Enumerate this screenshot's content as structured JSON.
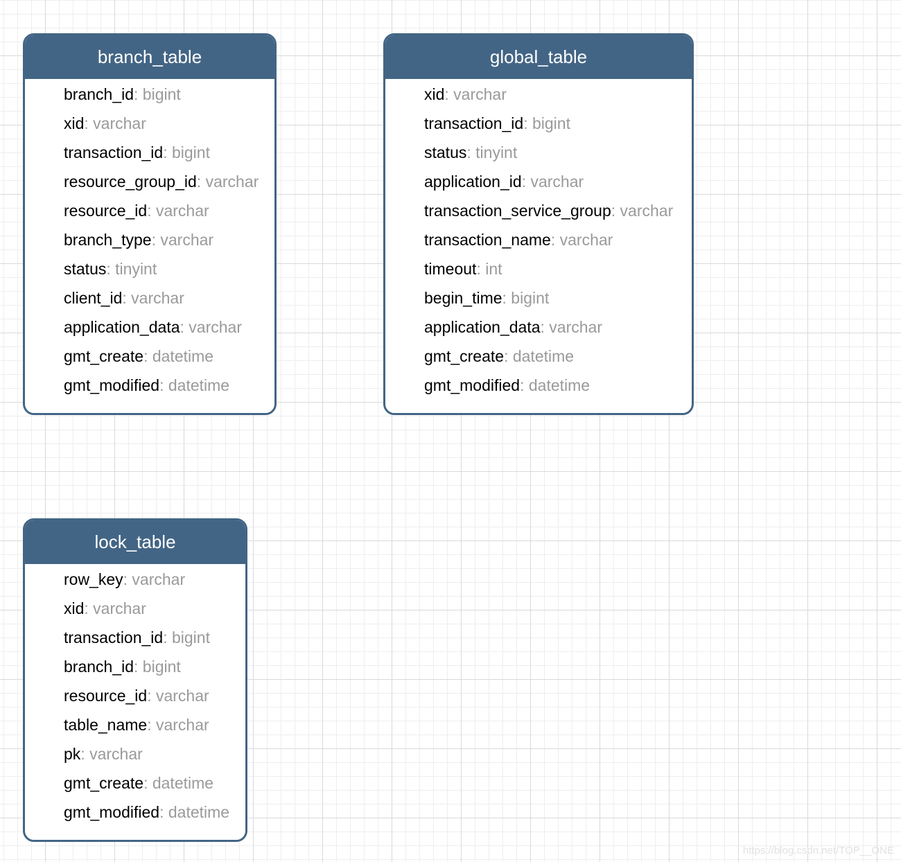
{
  "tables": [
    {
      "name": "branch_table",
      "fields": [
        {
          "name": "branch_id",
          "type": ": bigint"
        },
        {
          "name": "xid",
          "type": ": varchar"
        },
        {
          "name": "transaction_id",
          "type": ": bigint"
        },
        {
          "name": "resource_group_id",
          "type": ": varchar"
        },
        {
          "name": "resource_id",
          "type": ": varchar"
        },
        {
          "name": "branch_type",
          "type": ": varchar"
        },
        {
          "name": "status",
          "type": ": tinyint"
        },
        {
          "name": "client_id",
          "type": ": varchar"
        },
        {
          "name": "application_data",
          "type": ": varchar"
        },
        {
          "name": "gmt_create",
          "type": ": datetime"
        },
        {
          "name": "gmt_modified",
          "type": ": datetime"
        }
      ]
    },
    {
      "name": "global_table",
      "fields": [
        {
          "name": "xid",
          "type": ": varchar"
        },
        {
          "name": "transaction_id",
          "type": ": bigint"
        },
        {
          "name": "status",
          "type": ": tinyint"
        },
        {
          "name": "application_id",
          "type": ": varchar"
        },
        {
          "name": "transaction_service_group",
          "type": ": varchar"
        },
        {
          "name": "transaction_name",
          "type": ": varchar"
        },
        {
          "name": "timeout",
          "type": ": int"
        },
        {
          "name": "begin_time",
          "type": ": bigint"
        },
        {
          "name": "application_data",
          "type": ": varchar"
        },
        {
          "name": "gmt_create",
          "type": ": datetime"
        },
        {
          "name": "gmt_modified",
          "type": ": datetime"
        }
      ]
    },
    {
      "name": "lock_table",
      "fields": [
        {
          "name": "row_key",
          "type": ": varchar"
        },
        {
          "name": "xid",
          "type": ": varchar"
        },
        {
          "name": "transaction_id",
          "type": ": bigint"
        },
        {
          "name": "branch_id",
          "type": ": bigint"
        },
        {
          "name": "resource_id",
          "type": ": varchar"
        },
        {
          "name": "table_name",
          "type": ": varchar"
        },
        {
          "name": "pk",
          "type": ": varchar"
        },
        {
          "name": "gmt_create",
          "type": ": datetime"
        },
        {
          "name": "gmt_modified",
          "type": ": datetime"
        }
      ]
    }
  ],
  "watermark": "https://blog.csdn.net/TOP__ONE",
  "colors": {
    "header": "#436585",
    "field_type": "#9a9a9a"
  }
}
